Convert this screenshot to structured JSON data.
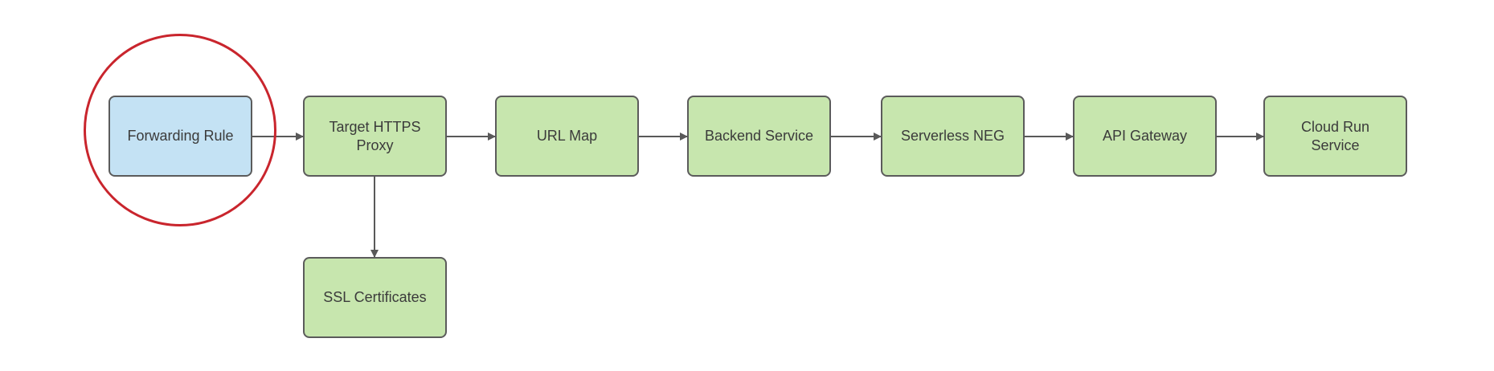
{
  "diagram": {
    "type": "flowchart",
    "colors": {
      "node_fill_green": "#c7e6ae",
      "node_fill_blue": "#c4e2f4",
      "node_border": "#5b5b5b",
      "arrow": "#595959",
      "text": "#3b3b3b",
      "highlight_circle": "#c9252d",
      "background": "#ffffff"
    },
    "nodes": [
      {
        "id": "forwarding-rule",
        "label": "Forwarding Rule",
        "fill": "blue",
        "highlighted": true
      },
      {
        "id": "target-https-proxy",
        "label": "Target HTTPS\nProxy",
        "fill": "green",
        "highlighted": false
      },
      {
        "id": "url-map",
        "label": "URL Map",
        "fill": "green",
        "highlighted": false
      },
      {
        "id": "backend-service",
        "label": "Backend Service",
        "fill": "green",
        "highlighted": false
      },
      {
        "id": "serverless-neg",
        "label": "Serverless NEG",
        "fill": "green",
        "highlighted": false
      },
      {
        "id": "api-gateway",
        "label": "API Gateway",
        "fill": "green",
        "highlighted": false
      },
      {
        "id": "cloud-run-service",
        "label": "Cloud Run\nService",
        "fill": "green",
        "highlighted": false
      },
      {
        "id": "ssl-certificates",
        "label": "SSL Certificates",
        "fill": "green",
        "highlighted": false
      }
    ],
    "edges": [
      {
        "from": "forwarding-rule",
        "to": "target-https-proxy",
        "direction": "right"
      },
      {
        "from": "target-https-proxy",
        "to": "url-map",
        "direction": "right"
      },
      {
        "from": "url-map",
        "to": "backend-service",
        "direction": "right"
      },
      {
        "from": "backend-service",
        "to": "serverless-neg",
        "direction": "right"
      },
      {
        "from": "serverless-neg",
        "to": "api-gateway",
        "direction": "right"
      },
      {
        "from": "api-gateway",
        "to": "cloud-run-service",
        "direction": "right"
      },
      {
        "from": "target-https-proxy",
        "to": "ssl-certificates",
        "direction": "down"
      }
    ],
    "annotations": [
      {
        "type": "circle",
        "around": "forwarding-rule",
        "color": "#c9252d"
      }
    ]
  }
}
